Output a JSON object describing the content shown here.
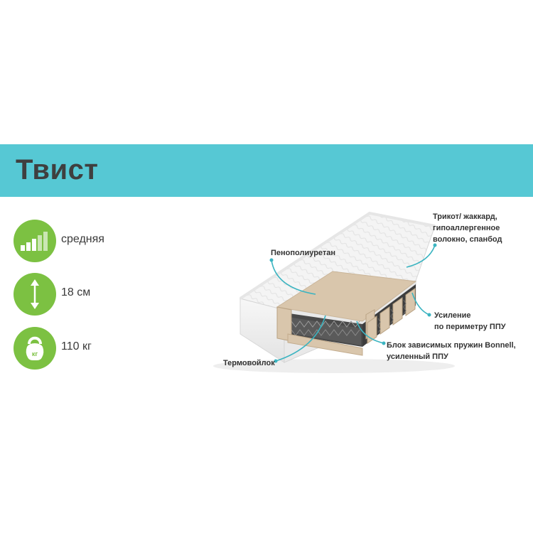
{
  "product": {
    "title": "Твист"
  },
  "features": [
    {
      "icon": "firmness-bars-icon",
      "label": "средняя"
    },
    {
      "icon": "height-arrow-icon",
      "label": "18 см"
    },
    {
      "icon": "kettlebell-icon",
      "label": "110 кг",
      "icon_text": "кг"
    }
  ],
  "callouts": {
    "cover_line1": "Трикот/ жаккард,",
    "cover_line2": "гипоаллергенное",
    "cover_line3": "волокно, спанбод",
    "foam": "Пенополиуретан",
    "reinforcement_line1": "Усиление",
    "reinforcement_line2": "по периметру ППУ",
    "springs_line1": "Блок зависимых пружин Bonnell,",
    "springs_line2": "усиленный ППУ",
    "felt": "Термовойлок"
  },
  "colors": {
    "banner": "#56c8d4",
    "icon_green": "#7cc142",
    "leader_line": "#3bb4c1",
    "title_text": "#3f3f3f"
  }
}
